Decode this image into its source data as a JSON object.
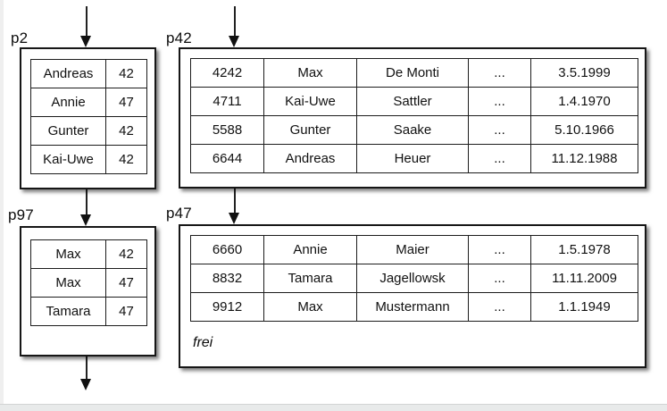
{
  "colors": {
    "line": "#111111",
    "background": "#ffffff",
    "bottom_bar": "#e8eaea",
    "edge_strip": "#efefef"
  },
  "pages": [
    {
      "label": "p2",
      "rows": [
        [
          "Andreas",
          "42"
        ],
        [
          "Annie",
          "47"
        ],
        [
          "Gunter",
          "42"
        ],
        [
          "Kai-Uwe",
          "42"
        ]
      ]
    },
    {
      "label": "p42",
      "rows": [
        [
          "4242",
          "Max",
          "De Monti",
          "...",
          "3.5.1999"
        ],
        [
          "4711",
          "Kai-Uwe",
          "Sattler",
          "...",
          "1.4.1970"
        ],
        [
          "5588",
          "Gunter",
          "Saake",
          "...",
          "5.10.1966"
        ],
        [
          "6644",
          "Andreas",
          "Heuer",
          "...",
          "11.12.1988"
        ]
      ]
    },
    {
      "label": "p97",
      "rows": [
        [
          "Max",
          "42"
        ],
        [
          "Max",
          "47"
        ],
        [
          "Tamara",
          "47"
        ]
      ]
    },
    {
      "label": "p47",
      "rows": [
        [
          "6660",
          "Annie",
          "Maier",
          "...",
          "1.5.1978"
        ],
        [
          "8832",
          "Tamara",
          "Jagellowsk",
          "...",
          "11.11.2009"
        ],
        [
          "9912",
          "Max",
          "Mustermann",
          "...",
          "1.1.1949"
        ]
      ],
      "free_label": "frei"
    }
  ]
}
